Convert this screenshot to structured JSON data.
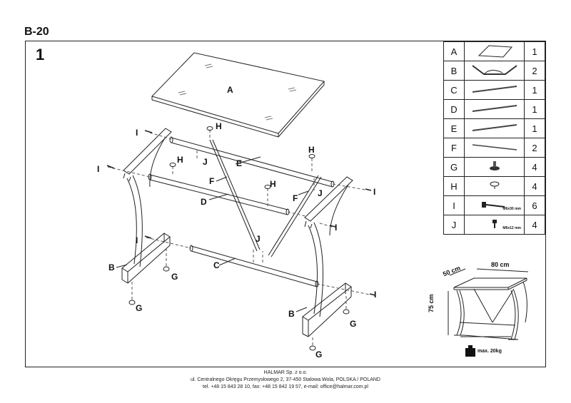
{
  "header": {
    "model": "B-20"
  },
  "step": "1",
  "parts": [
    {
      "letter": "A",
      "icon": "glass-top-icon",
      "qty": "1",
      "note": ""
    },
    {
      "letter": "B",
      "icon": "side-frame-icon",
      "qty": "2",
      "note": ""
    },
    {
      "letter": "C",
      "icon": "tube-icon",
      "qty": "1",
      "note": ""
    },
    {
      "letter": "D",
      "icon": "tube-icon",
      "qty": "1",
      "note": ""
    },
    {
      "letter": "E",
      "icon": "tube-icon",
      "qty": "1",
      "note": ""
    },
    {
      "letter": "F",
      "icon": "rod-icon",
      "qty": "2",
      "note": ""
    },
    {
      "letter": "G",
      "icon": "glide-foot-icon",
      "qty": "4",
      "note": ""
    },
    {
      "letter": "H",
      "icon": "suction-cup-icon",
      "qty": "4",
      "note": ""
    },
    {
      "letter": "I",
      "icon": "bolt-icon",
      "qty": "6",
      "note": "M6x30 mm"
    },
    {
      "letter": "J",
      "icon": "small-bolt-icon",
      "qty": "4",
      "note": "M6x12 mm"
    }
  ],
  "labels": {
    "A": "A",
    "B": "B",
    "C": "C",
    "D": "D",
    "E": "E",
    "F": "F",
    "G": "G",
    "H": "H",
    "I": "I",
    "J": "J"
  },
  "dimensions": {
    "depth": "50 cm",
    "width": "80 cm",
    "height": "75 cm",
    "max_load": "max. 20kg"
  },
  "footer": {
    "company": "HALMAR Sp. z o.o.",
    "address": "ul. Centralnego Okręgu Przemysłowego 2, 37-450 Stalowa Wola, POLSKA / POLAND",
    "contact": "tel. +48 15 843 28 10, fax: +48 15 842 19 57, e-mail: office@halmar.com.pl"
  }
}
